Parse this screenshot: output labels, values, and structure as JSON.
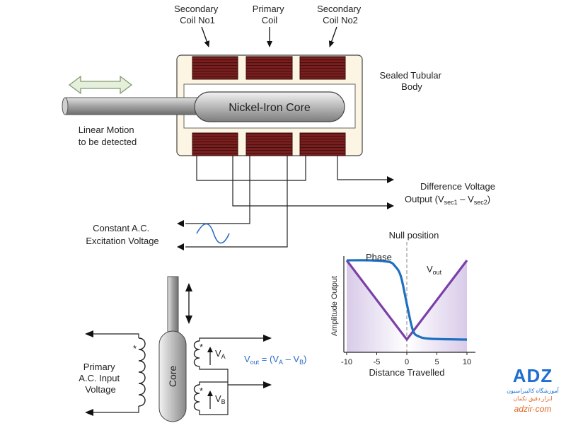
{
  "labels": {
    "secondary_coil_1": [
      "Secondary",
      "Coil No1"
    ],
    "primary_coil": [
      "Primary",
      "Coil"
    ],
    "secondary_coil_2": [
      "Secondary",
      "Coil No2"
    ],
    "sealed_body": [
      "Sealed Tubular",
      "Body"
    ],
    "core": "Nickel-Iron Core",
    "linear_motion": [
      "Linear Motion",
      "to be detected"
    ],
    "difference_voltage": "Difference Voltage",
    "output_prefix": "Output (V",
    "sec1_sub": "sec1",
    "minus": " – V",
    "sec2_sub": "sec2",
    "close_paren": ")",
    "excitation": [
      "Constant A.C.",
      "Excitation Voltage"
    ]
  },
  "schematic": {
    "primary_input": [
      "Primary",
      "A.C. Input",
      "Voltage"
    ],
    "core_label": "Core",
    "va": "V",
    "va_sub": "A",
    "vb": "V",
    "vb_sub": "B",
    "star": "*",
    "vout_eq": {
      "v": "V",
      "out_sub": "out",
      "eq": "  = (V",
      "a_sub": "A",
      "minus": " – V",
      "b_sub": "B",
      "close": ")"
    }
  },
  "chart_data": {
    "type": "line",
    "title": "Null position",
    "xlabel": "Distance Travelled",
    "ylabel": "Amplitude Output",
    "xlim": [
      -10,
      10
    ],
    "x_ticks": [
      -10,
      -5,
      0,
      5,
      10
    ],
    "null_position_x": 0,
    "series": [
      {
        "name": "Phase",
        "color": "#1e6fc0",
        "x": [
          -10,
          -6,
          -3,
          -2,
          -1,
          0,
          1,
          2,
          4,
          10
        ],
        "y": [
          1.0,
          1.0,
          0.98,
          0.93,
          0.8,
          0.45,
          0.12,
          0.04,
          0.01,
          0.0
        ]
      },
      {
        "name": "V",
        "name_sub": "out",
        "color": "#7b3fa8",
        "x": [
          -10,
          0,
          10
        ],
        "y": [
          1.0,
          0.0,
          1.0
        ]
      }
    ],
    "colors": {
      "axis": "#222222",
      "fill": "#e9e1f2",
      "null_line": "#999999"
    }
  },
  "logo": {
    "mark": "ADZ",
    "tagline": [
      "آموزشگاه کالیبراسیون",
      "ابزار دقیق تکمان"
    ],
    "url": "adzir·com"
  }
}
